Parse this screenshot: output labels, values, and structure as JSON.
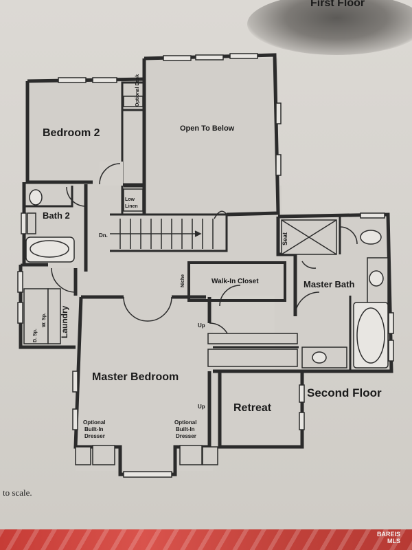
{
  "headings": {
    "first_floor": "First Floor",
    "second_floor": "Second Floor"
  },
  "footnote": "to scale.",
  "watermark": {
    "line1": "BAREIS",
    "line2": "MLS"
  },
  "rooms": {
    "bedroom2": "Bedroom 2",
    "open_to_below": "Open To Below",
    "optional_desk": "Optional Desk",
    "low_linen": [
      "Low",
      "Linen"
    ],
    "bath2": "Bath 2",
    "dn": "Dn.",
    "seat": "Seat",
    "niche": "Niche",
    "walk_in_closet": "Walk-In Closet",
    "master_bath": "Master Bath",
    "laundry": "Laundry",
    "d_sp": "D. Sp.",
    "w_sp": "W. Sp.",
    "up1": "Up",
    "up2": "Up",
    "master_bedroom": "Master Bedroom",
    "retreat": "Retreat",
    "dresser_left": [
      "Optional",
      "Built-In",
      "Dresser"
    ],
    "dresser_right": [
      "Optional",
      "Built-In",
      "Dresser"
    ]
  },
  "colors": {
    "wall": "#2b2b2b",
    "floor": "#d4d1cc",
    "strip": "#c63c36"
  }
}
